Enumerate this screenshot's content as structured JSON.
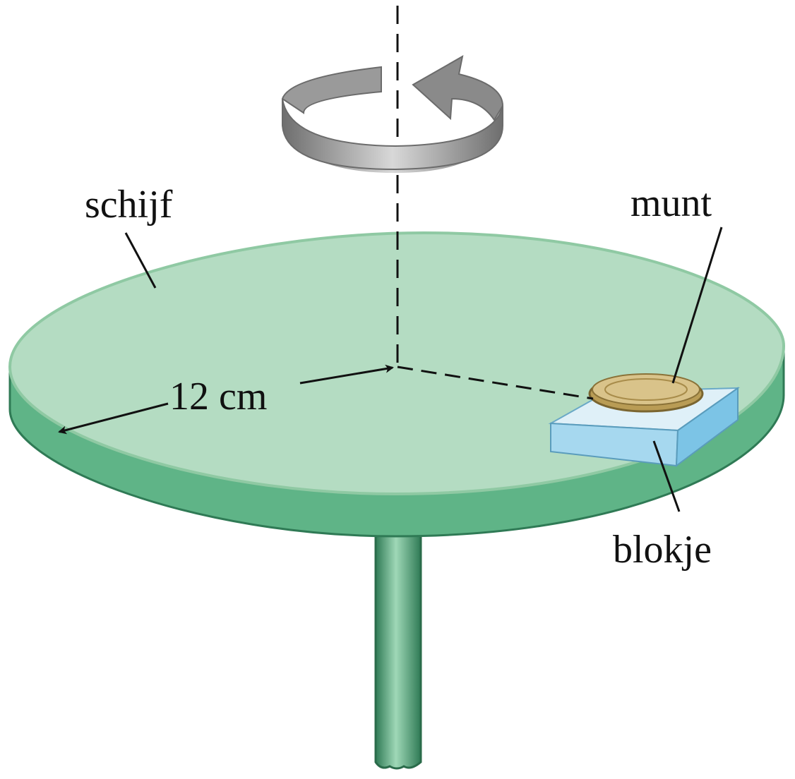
{
  "labels": {
    "disc": "schijf",
    "coin": "munt",
    "block": "blokje",
    "radius": "12 cm"
  },
  "colors": {
    "disc_top": "#b4dcc2",
    "disc_top_edge": "#8fc9a3",
    "disc_rim": "#5fb487",
    "disc_rim_dark": "#3f8f66",
    "shaft": "#4fae7e",
    "shaft_dark": "#2f7a55",
    "shaft_light": "#9fd8b7",
    "block_top": "#dff0f8",
    "block_front": "#7cc4e6",
    "block_side": "#a6d8ef",
    "coin": "#d9c38a",
    "rotation_arrow": "#8a8a8a",
    "line": "#111111"
  },
  "icons": {
    "rotation": "circular-rotation-arrow-icon"
  }
}
